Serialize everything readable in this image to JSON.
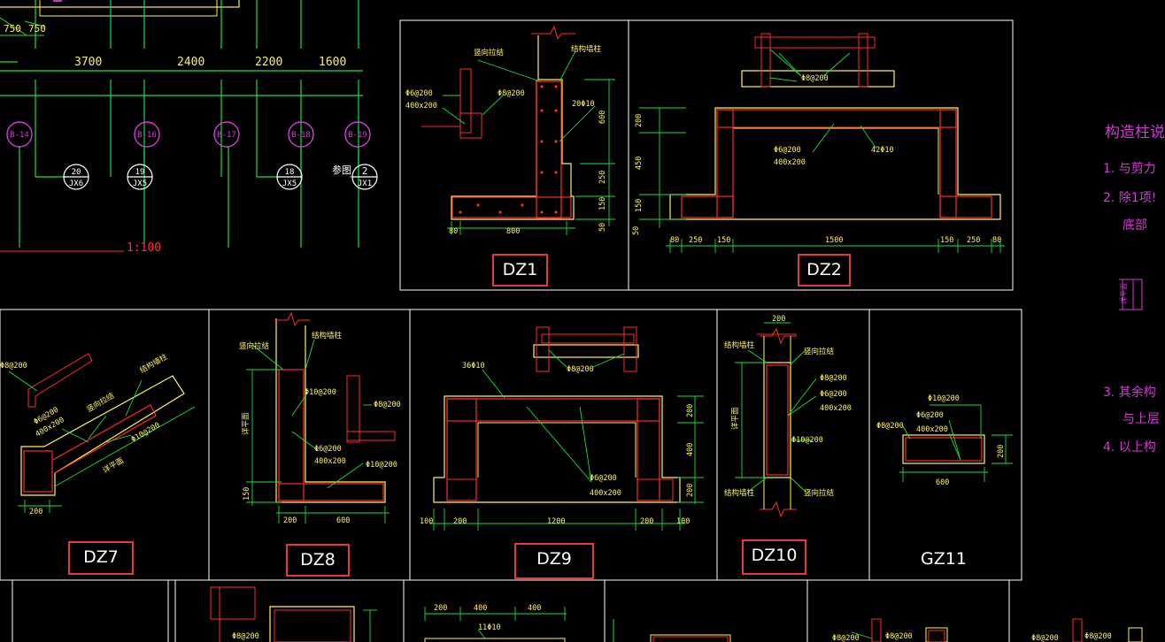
{
  "plan": {
    "dims": [
      "750",
      "750",
      "3700",
      "2400",
      "2200",
      "1600"
    ],
    "axes": [
      "B-14",
      "B-16",
      "B-17",
      "B-18",
      "B-19"
    ],
    "refs": [
      {
        "top": "20",
        "bottom": "JX6"
      },
      {
        "top": "19",
        "bottom": "JX5"
      },
      {
        "top": "18",
        "bottom": "JX5"
      },
      {
        "top": "2",
        "bottom": "JX1"
      }
    ],
    "ref_prefix": "参图",
    "scale": "1:100"
  },
  "details": {
    "dz1": {
      "label": "DZ1",
      "texts": [
        "竖向拉结",
        "结构墙柱",
        "Φ6@200",
        "400x200",
        "Φ8@200",
        "20Φ10",
        "600",
        "250",
        "150",
        "50",
        "80",
        "800"
      ]
    },
    "dz2": {
      "label": "DZ2",
      "texts": [
        "Φ8@200",
        "Φ6@200",
        "400x200",
        "42Φ10",
        "200",
        "450",
        "150",
        "50",
        "80",
        "250",
        "150",
        "1500",
        "150",
        "250",
        "80"
      ]
    },
    "dz7": {
      "label": "DZ7",
      "texts": [
        "Φ8@200",
        "结构墙柱",
        "Φ6@200",
        "400x200",
        "竖向拉结",
        "Φ10@200",
        "详平面",
        "200"
      ]
    },
    "dz8": {
      "label": "DZ8",
      "texts": [
        "竖向拉结",
        "结构墙柱",
        "Φ10@200",
        "Φ8@200",
        "Φ6@200",
        "400x200",
        "Φ10@200",
        "详平面",
        "150",
        "200",
        "600"
      ]
    },
    "dz9": {
      "label": "DZ9",
      "texts": [
        "Φ8@200",
        "36Φ10",
        "200",
        "400",
        "200",
        "Φ6@200",
        "400x200",
        "100",
        "200",
        "1200",
        "200",
        "100"
      ]
    },
    "dz10": {
      "label": "DZ10",
      "texts": [
        "200",
        "结构墙柱",
        "竖向拉结",
        "Φ8@200",
        "Φ6@200",
        "400x200",
        "Φ10@200",
        "详平面",
        "结构墙柱",
        "竖向拉结"
      ]
    },
    "gz11": {
      "label": "GZ11",
      "texts": [
        "Φ10@200",
        "Φ8@200",
        "Φ6@200",
        "400x200",
        "200",
        "600"
      ]
    },
    "bottom_row": {
      "texts": [
        "Φ8@200",
        "200",
        "400",
        "400",
        "11Φ10",
        "Φ8@200",
        "Φ8@200",
        "Φ8@200",
        "Φ8@200"
      ]
    }
  },
  "notes": {
    "title": "构造柱说",
    "items": [
      "1. 与剪力",
      "2. 除1项!",
      "底部",
      "3. 其余构",
      "与上层",
      "4. 以上构"
    ],
    "side_dim": "详平面"
  },
  "colors": {
    "frame": "#ffffff",
    "green": "#16e53a",
    "yellow": "#fff35a",
    "red": "#ff2a2a",
    "magenta": "#d23ad6",
    "label_box": "#e23b3b"
  }
}
